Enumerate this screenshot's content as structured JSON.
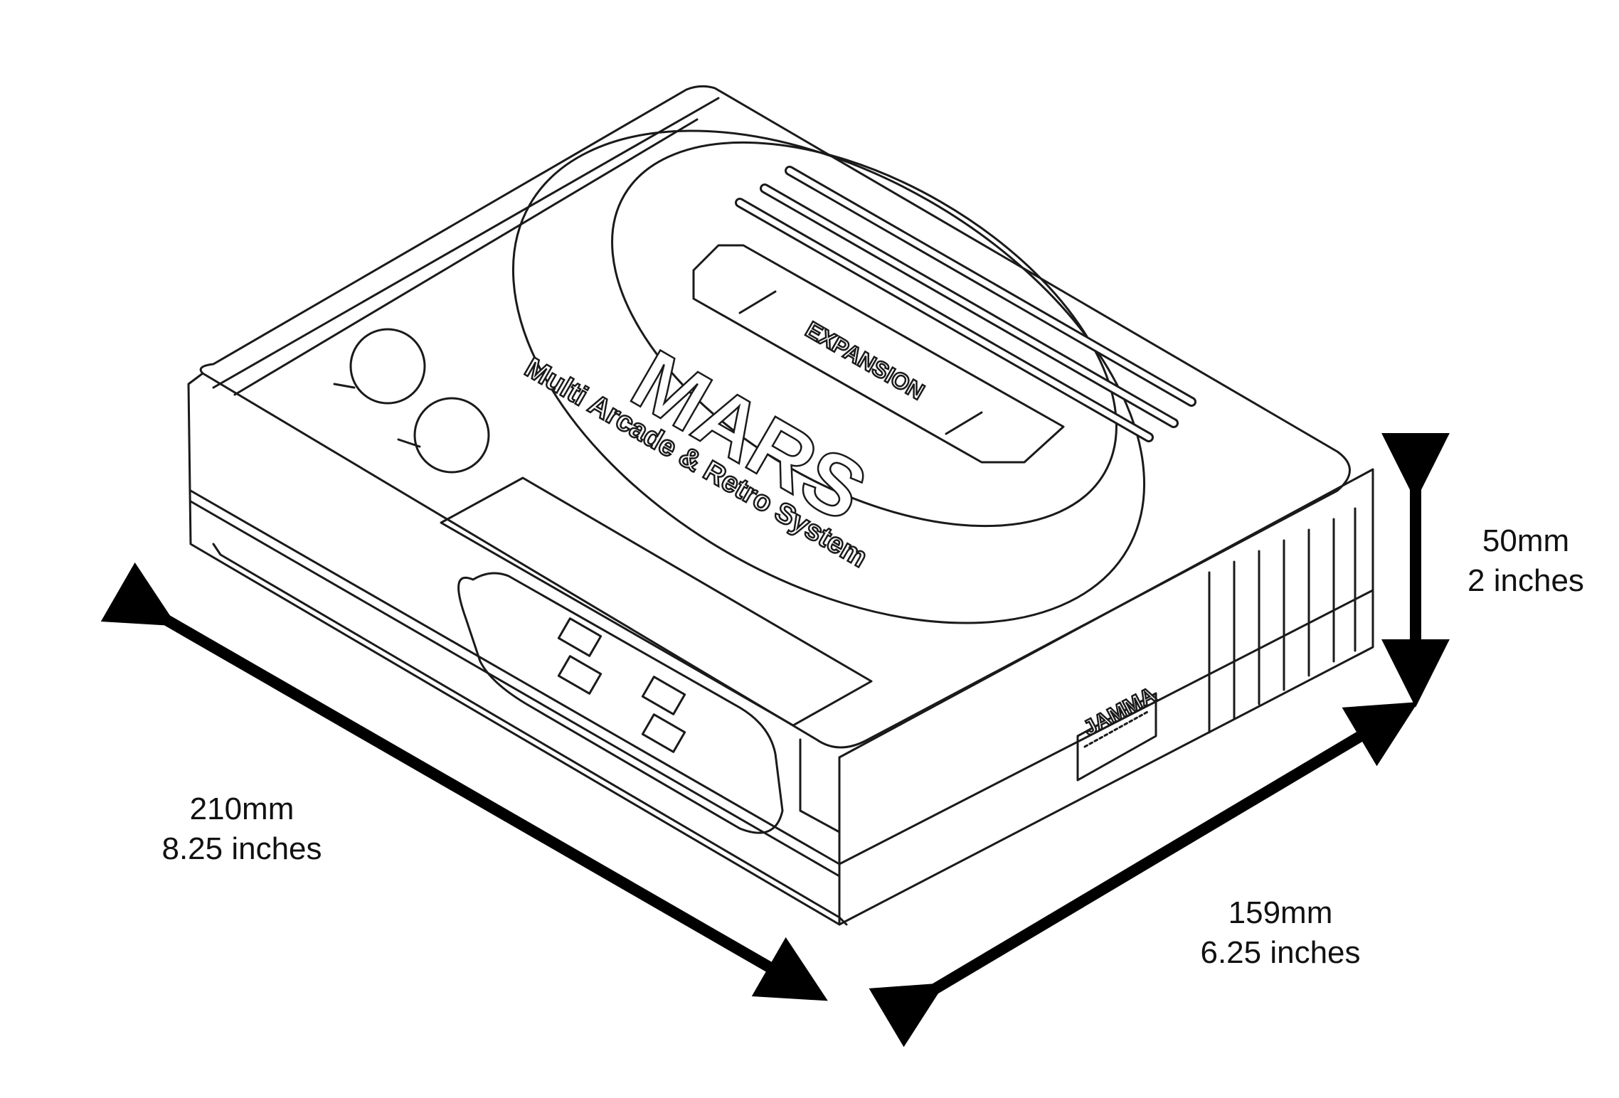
{
  "console": {
    "logo": "MARS",
    "tagline": "Multi Arcade & Retro System",
    "expansion_label": "EXPANSION",
    "jamma_label": "JAMMA"
  },
  "dimensions": {
    "width": {
      "mm": "210mm",
      "inches": "8.25 inches"
    },
    "depth": {
      "mm": "159mm",
      "inches": "6.25 inches"
    },
    "height": {
      "mm": "50mm",
      "inches": "2 inches"
    }
  },
  "colors": {
    "line": "#1a1a1a",
    "arrow": "#000000",
    "background": "#ffffff"
  }
}
